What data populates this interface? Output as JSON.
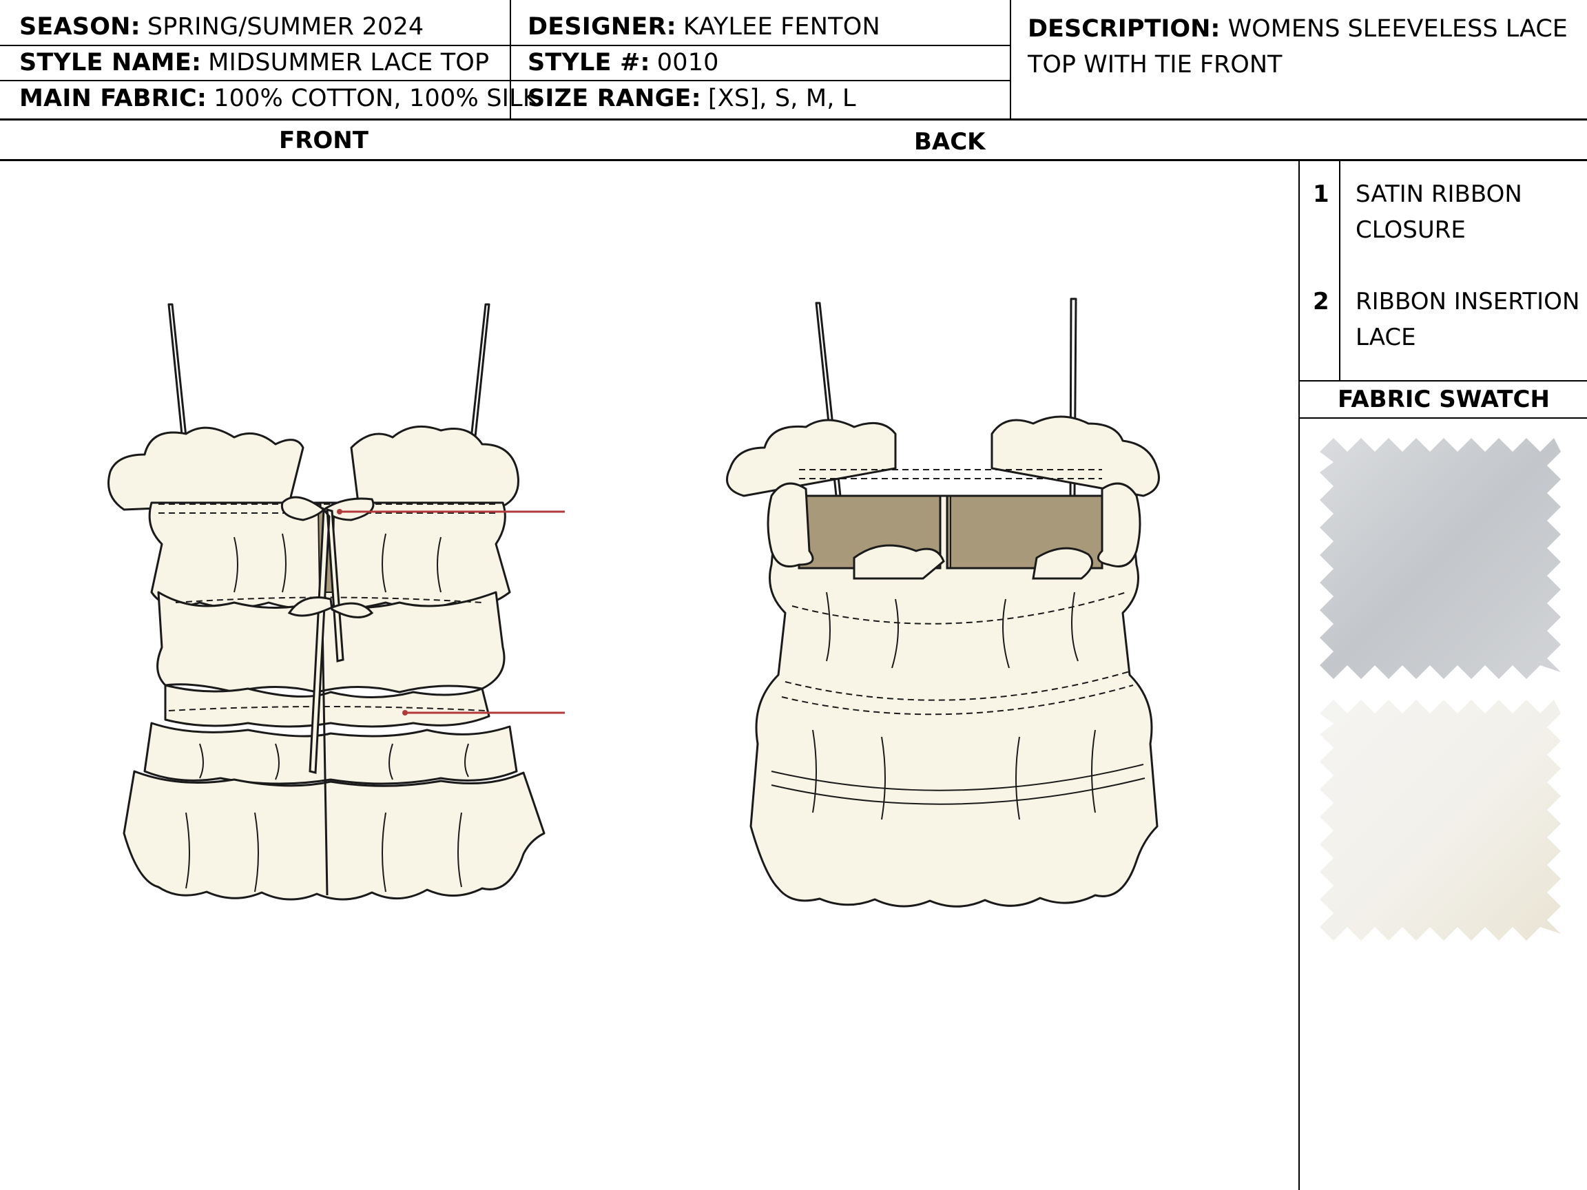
{
  "header": {
    "season_label": "SEASON:",
    "season_value": "SPRING/SUMMER 2024",
    "style_name_label": "STYLE NAME:",
    "style_name_value": "MIDSUMMER LACE TOP",
    "main_fabric_label": "MAIN FABRIC:",
    "main_fabric_value": "100% COTTON, 100% SILK",
    "designer_label": "DESIGNER:",
    "designer_value": "KAYLEE FENTON",
    "style_num_label": "STYLE #:",
    "style_num_value": "0010",
    "size_range_label": "SIZE RANGE:",
    "size_range_value": "[XS], S, M, L",
    "description_label": "DESCRIPTION:",
    "description_value": "WOMENS SLEEVELESS LACE TOP WITH TIE FRONT"
  },
  "views": {
    "front": "FRONT",
    "back": "BACK"
  },
  "callouts": [
    {
      "number": "1",
      "text": "SATIN RIBBON CLOSURE"
    },
    {
      "number": "2",
      "text": "RIBBON INSERTION LACE"
    }
  ],
  "swatch": {
    "title": "FABRIC SWATCH"
  },
  "colors": {
    "callout": "#b23a3a",
    "garment_fill": "#f8f5e6",
    "lining": "#a8997a",
    "swatch_1": "#c9ccd0",
    "swatch_2": "#f1efe8"
  },
  "icons": {
    "callout_marker": "numbered-circle",
    "swatch_edge": "pinked-edge"
  }
}
